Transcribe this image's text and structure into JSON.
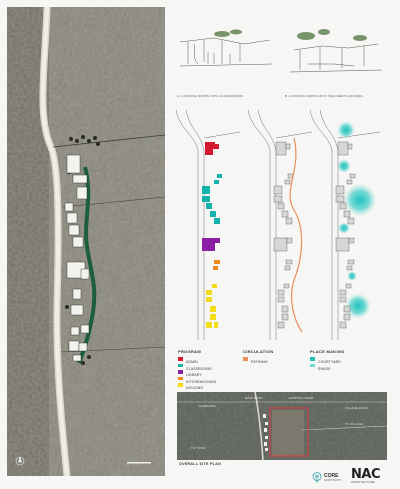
{
  "sketches": {
    "a_caption": "A | LOOKING NORTH INTO CLASSROOMS",
    "b_caption": "B | LOOKING NORTH INTO TEACHER'S HOUSING"
  },
  "legend": {
    "program": {
      "title": "PROGRAM",
      "items": [
        {
          "label": "ADMIN",
          "color": "#d7192f"
        },
        {
          "label": "CLASSROOMS",
          "color": "#12b2ae"
        },
        {
          "label": "LIBRARY",
          "color": "#8a1fa4"
        },
        {
          "label": "KITCHEN/DINING",
          "color": "#f08a1f"
        },
        {
          "label": "HOUSING",
          "color": "#f4dc14"
        }
      ]
    },
    "circulation": {
      "title": "CIRCULATION",
      "items": [
        {
          "label": "PATHWAY",
          "color": "#e98d5e"
        }
      ]
    },
    "placemaking": {
      "title": "PLACE MAKING",
      "items": [
        {
          "label": "COURTYARD",
          "color": "#22c0bd"
        },
        {
          "label": "SHADE",
          "color": "#6fd9d4"
        }
      ]
    }
  },
  "siteplan": {
    "title": "OVERALL SITE PLAN",
    "labels": [
      "FARMLAND",
      "MAIN ROAD",
      "EXISTING ROAD",
      "VILLAGE ROAD",
      "TO VILLAGE",
      "TO TOWN"
    ]
  },
  "logos": {
    "core_line1": "CORE",
    "core_line2": "ARCHITECTS",
    "nac_line1": "NAC",
    "nac_line2": "ARCHITECTURE"
  },
  "colors": {
    "admin": "#d7192f",
    "classroom": "#12b2ae",
    "library": "#8a1fa4",
    "kitchen": "#f08a1f",
    "housing": "#f4dc14",
    "pathway": "#e98d5e",
    "courtyard": "#22c0bd"
  }
}
